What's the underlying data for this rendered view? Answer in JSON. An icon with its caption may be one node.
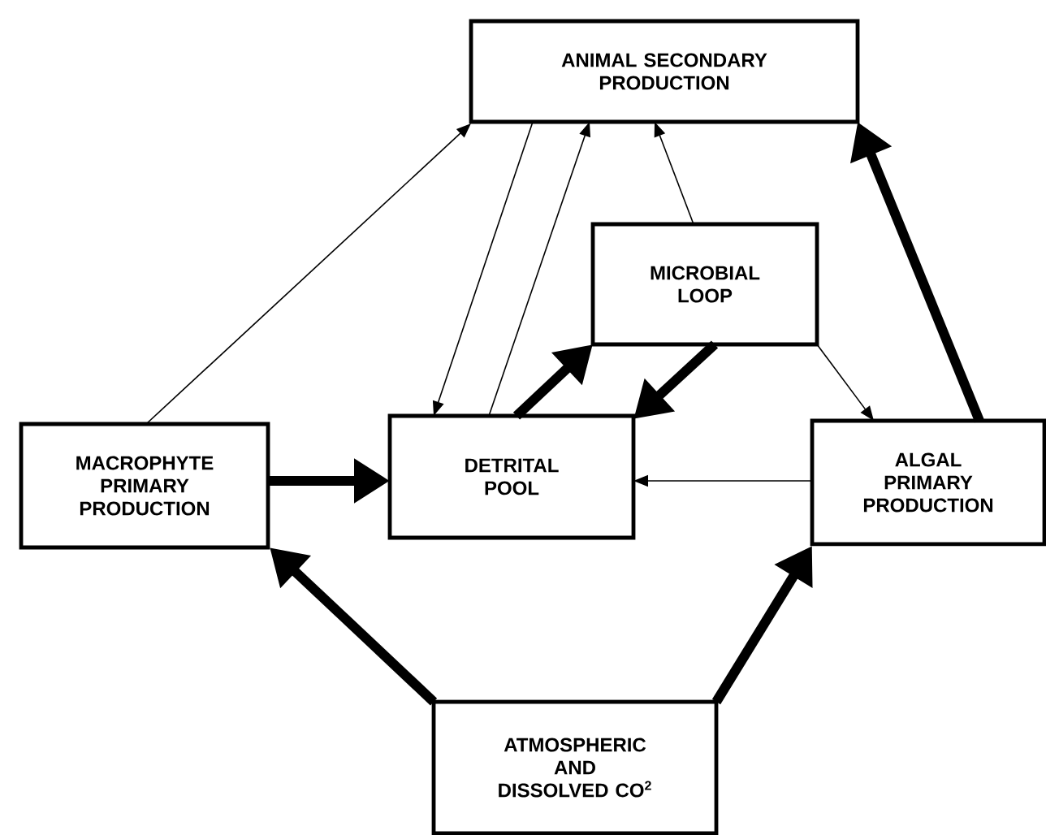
{
  "diagram": {
    "nodes": [
      {
        "text": [
          "ANIMAL SECONDARY PRODUCTION"
        ]
      },
      {
        "text": [
          "MICROBIAL LOOP"
        ]
      },
      {
        "text": [
          "MACROPHYTE PRIMARY PRODUCTION"
        ]
      },
      {
        "text": [
          "DETRITAL POOL"
        ]
      },
      {
        "text": [
          "ALGAL PRIMARY PRODUCTION"
        ]
      },
      {
        "text": [
          "ATMOSPHERIC AND DISSOLVED CO$^{2}$"
        ]
      }
    ],
    "edges": [
      {
        "from": 2,
        "to": 0,
        "arrow": "to"
      },
      {
        "from": 0,
        "to": 3,
        "arrow": "to"
      },
      {
        "from": 3,
        "to": 0,
        "arrow": "to"
      },
      {
        "from": 1,
        "to": 0,
        "arrow": "to"
      },
      {
        "from": 3,
        "to": 1,
        "arrow": "to",
        "style": "thick"
      },
      {
        "from": 1,
        "to": 3,
        "arrow": "to",
        "style": "thick"
      },
      {
        "from": 1,
        "to": 4,
        "arrow": "to"
      },
      {
        "from": 4,
        "to": 3,
        "arrow": "to"
      },
      {
        "from": 4,
        "to": 0,
        "arrow": "to",
        "style": "thick"
      },
      {
        "from": 2,
        "to": 3,
        "arrow": "to",
        "style": "thick"
      },
      {
        "from": 5,
        "to": 2,
        "arrow": "to",
        "style": "thick"
      },
      {
        "from": 5,
        "to": 4,
        "arrow": "to",
        "style": "thick"
      }
    ]
  }
}
